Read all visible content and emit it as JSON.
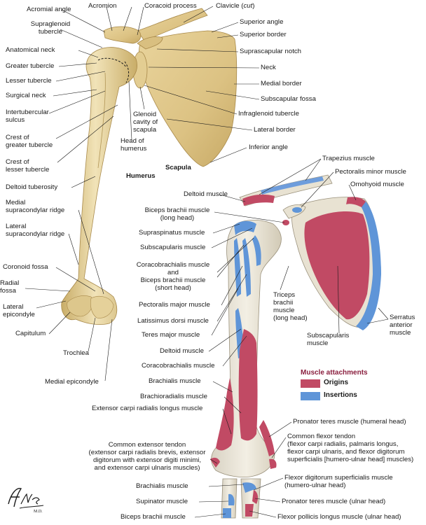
{
  "legend": {
    "title": "Muscle attachments",
    "origins": "Origins",
    "insertions": "Insertions",
    "origin_color": "#c14a64",
    "insertion_color": "#5f95d8"
  },
  "signature": "F. Netter M.D.",
  "colors": {
    "bone": "#ead9a9",
    "bone_shade": "#c9ad68",
    "origin": "#c14a64",
    "insertion": "#5f95d8",
    "leader": "#1a1a1a"
  },
  "labels": {
    "acromial_angle": "Acromial angle",
    "acromion": "Acromion",
    "coracoid_process": "Coracoid process",
    "clavicle_prefix": "Clavicle (",
    "clavicle_cut": "cut",
    "clavicle_suffix": ")",
    "supraglenoid_tubercle": "Supraglenoid\ntubercle",
    "superior_angle": "Superior angle",
    "superior_border": "Superior border",
    "anatomical_neck": "Anatomical neck",
    "suprascapular_notch": "Suprascapular notch",
    "greater_tubercle": "Greater tubercle",
    "neck": "Neck",
    "lesser_tubercle": "Lesser tubercle",
    "medial_border": "Medial border",
    "surgical_neck": "Surgical neck",
    "subscapular_fossa": "Subscapular fossa",
    "intertubercular_sulcus": "Intertubercular\nsulcus",
    "glenoid_cavity": "Glenoid\ncavity of\nscapula",
    "infraglenoid_tubercle": "Infraglenoid tubercle",
    "lateral_border": "Lateral border",
    "head_of_humerus": "Head of\nhumerus",
    "crest_greater_tubercle": "Crest of\ngreater tubercle",
    "inferior_angle": "Inferior angle",
    "crest_lesser_tubercle": "Crest of\nlesser tubercle",
    "scapula": "Scapula",
    "humerus": "Humerus",
    "deltoid_tuberosity": "Deltoid tuberosity",
    "medial_supracondylar_ridge": "Medial\nsupracondylar ridge",
    "lateral_supracondylar_ridge": "Lateral\nsupracondylar ridge",
    "coronoid_fossa": "Coronoid fossa",
    "radial_fossa": "Radial\nfossa",
    "lateral_epicondyle": "Lateral\nepicondyle",
    "capitulum": "Capitulum",
    "trochlea": "Trochlea",
    "medial_epicondyle": "Medial epicondyle",
    "trapezius_muscle": "Trapezius muscle",
    "pectoralis_minor_muscle": "Pectoralis minor muscle",
    "deltoid_muscle_top": "Deltoid muscle",
    "omohyoid_muscle": "Omohyoid muscle",
    "biceps_long_head": "Biceps brachii muscle\n(long head)",
    "supraspinatus_muscle": "Supraspinatus muscle",
    "subscapularis_muscle_left": "Subscapularis muscle",
    "coracobrachialis_biceps_short": "Coracobrachialis muscle\nand\nBiceps brachii muscle\n(short head)",
    "pectoralis_major_muscle": "Pectoralis major muscle",
    "triceps_long_head": "Triceps\nbrachii\nmuscle\n(long head)",
    "latissimus_dorsi_muscle": "Latissimus dorsi muscle",
    "serratus_anterior_muscle": "Serratus\nanterior\nmuscle",
    "teres_major_muscle": "Teres major muscle",
    "subscapularis_muscle_right": "Subscapularis\nmuscle",
    "deltoid_muscle_mid": "Deltoid muscle",
    "coracobrachialis_muscle": "Coracobrachialis muscle",
    "brachialis_muscle_top": "Brachialis muscle",
    "brachioradialis_muscle": "Brachioradialis muscle",
    "extensor_carpi_radialis_longus": "Extensor carpi radialis longus muscle",
    "pronator_teres_humeral": "Pronator teres muscle (humeral head)",
    "common_extensor_tendon": "Common extensor tendon\n(extensor carpi radialis brevis, extensor\ndigitorum with extensor digiti minimi,\nand extensor carpi ulnaris muscles)",
    "common_flexor_tendon": "Common flexor tendon\n(flexor carpi radialis, palmaris longus,\nflexor carpi ulnaris, and flexor digitorum\nsuperficialis [humero-ulnar head] muscles)",
    "brachialis_muscle_bottom": "Brachialis muscle",
    "flexor_digitorum_superficialis": "Flexor digitorum superficialis muscle\n(humero-ulnar head)",
    "supinator_muscle": "Supinator muscle",
    "pronator_teres_ulnar": "Pronator teres muscle (ulnar head)",
    "biceps_brachii_muscle": "Biceps brachii muscle",
    "flexor_pollicis_longus": "Flexor pollicis longus muscle (ulnar head)"
  }
}
